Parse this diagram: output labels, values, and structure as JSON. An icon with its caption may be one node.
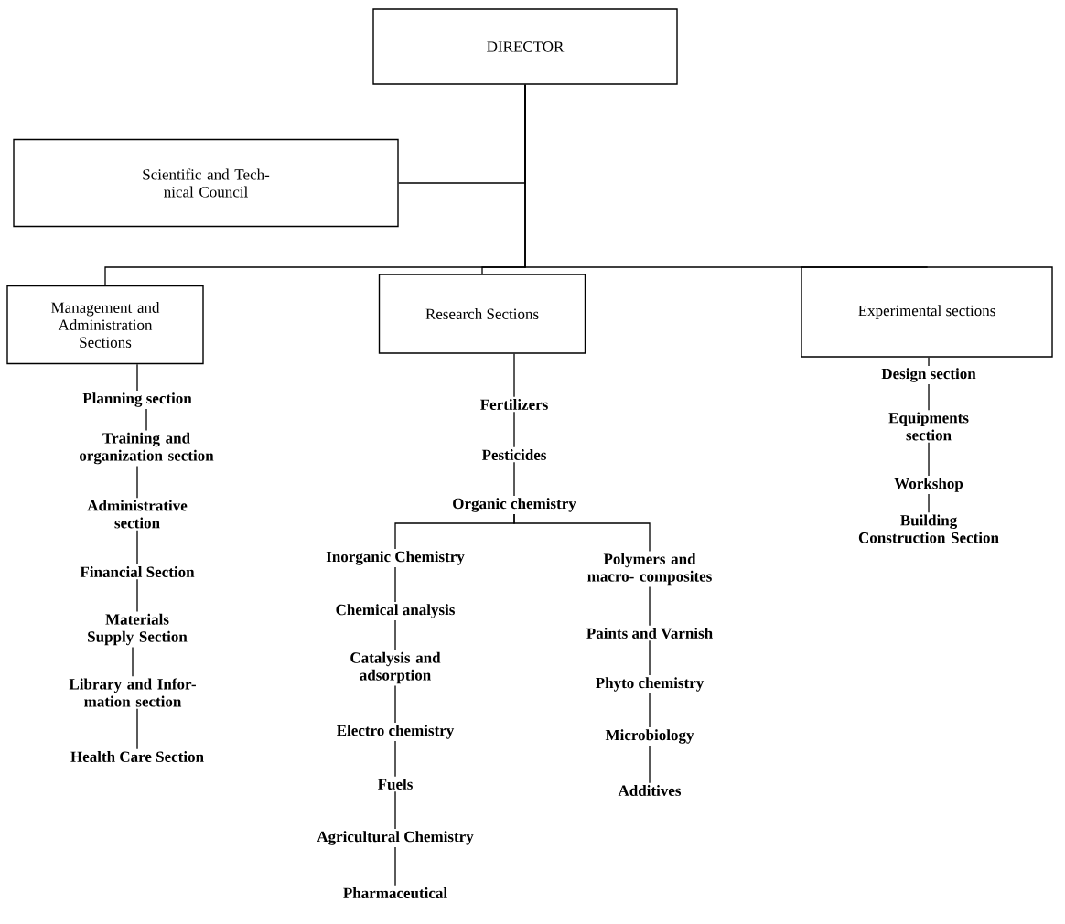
{
  "diagram": {
    "nodes": [
      {
        "text": [
          "DIRECTOR"
        ]
      },
      {
        "text": [
          "Scientific and Tech- nical Council"
        ]
      },
      {
        "text": [
          "Management and Administration Sections"
        ]
      },
      {
        "text": [
          "Research Sections"
        ]
      },
      {
        "text": [
          "Experimental sections"
        ]
      },
      {
        "text": [
          "Planning section"
        ]
      },
      {
        "text": [
          "Training and organization section"
        ]
      },
      {
        "text": [
          "Administrative section"
        ]
      },
      {
        "text": [
          "Financial Section"
        ]
      },
      {
        "text": [
          "Materials Supply Section"
        ]
      },
      {
        "text": [
          "Library and Infor- mation section"
        ]
      },
      {
        "text": [
          "Health Care Section"
        ]
      },
      {
        "text": [
          "Fertilizers"
        ]
      },
      {
        "text": [
          "Pesticides"
        ]
      },
      {
        "text": [
          "Organic chemistry"
        ]
      },
      {
        "text": [
          "Inorganic Chemistry"
        ]
      },
      {
        "text": [
          "Chemical analysis"
        ]
      },
      {
        "text": [
          "Catalysis and adsorption"
        ]
      },
      {
        "text": [
          "Electro chemistry"
        ]
      },
      {
        "text": [
          "Fuels"
        ]
      },
      {
        "text": [
          "Agricultural Chemistry"
        ]
      },
      {
        "text": [
          "Pharmaceutical"
        ]
      },
      {
        "text": [
          "Polymers and macro- composites"
        ]
      },
      {
        "text": [
          "Paints and Varnish"
        ]
      },
      {
        "text": [
          "Phyto chemistry"
        ]
      },
      {
        "text": [
          "Microbiology"
        ]
      },
      {
        "text": [
          "Additives"
        ]
      },
      {
        "text": [
          "Design section"
        ]
      },
      {
        "text": [
          "Equipments section"
        ]
      },
      {
        "text": [
          "Workshop"
        ]
      },
      {
        "text": [
          "Building Construction Section"
        ]
      }
    ],
    "edges": [
      {
        "from": 0,
        "to": 1,
        "arrow": "none"
      },
      {
        "from": 0,
        "to": 2,
        "arrow": "none"
      },
      {
        "from": 0,
        "to": 3,
        "arrow": "none"
      },
      {
        "from": 0,
        "to": 4,
        "arrow": "none"
      },
      {
        "from": 2,
        "to": 5,
        "arrow": "none"
      },
      {
        "from": 5,
        "to": 6,
        "arrow": "none"
      },
      {
        "from": 6,
        "to": 7,
        "arrow": "none"
      },
      {
        "from": 7,
        "to": 8,
        "arrow": "none"
      },
      {
        "from": 8,
        "to": 9,
        "arrow": "none"
      },
      {
        "from": 9,
        "to": 10,
        "arrow": "none"
      },
      {
        "from": 10,
        "to": 11,
        "arrow": "none"
      },
      {
        "from": 3,
        "to": 12,
        "arrow": "none"
      },
      {
        "from": 12,
        "to": 13,
        "arrow": "none"
      },
      {
        "from": 13,
        "to": 14,
        "arrow": "none"
      },
      {
        "from": 14,
        "to": 15,
        "arrow": "none"
      },
      {
        "from": 15,
        "to": 16,
        "arrow": "none"
      },
      {
        "from": 16,
        "to": 17,
        "arrow": "none"
      },
      {
        "from": 17,
        "to": 18,
        "arrow": "none"
      },
      {
        "from": 18,
        "to": 19,
        "arrow": "none"
      },
      {
        "from": 19,
        "to": 20,
        "arrow": "none"
      },
      {
        "from": 20,
        "to": 21,
        "arrow": "none"
      },
      {
        "from": 14,
        "to": 22,
        "arrow": "none"
      },
      {
        "from": 22,
        "to": 23,
        "arrow": "none"
      },
      {
        "from": 23,
        "to": 24,
        "arrow": "none"
      },
      {
        "from": 24,
        "to": 25,
        "arrow": "none"
      },
      {
        "from": 25,
        "to": 26,
        "arrow": "none"
      },
      {
        "from": 4,
        "to": 27,
        "arrow": "none"
      },
      {
        "from": 27,
        "to": 28,
        "arrow": "none"
      },
      {
        "from": 28,
        "to": 29,
        "arrow": "none"
      },
      {
        "from": 29,
        "to": 30,
        "arrow": "none"
      }
    ]
  }
}
